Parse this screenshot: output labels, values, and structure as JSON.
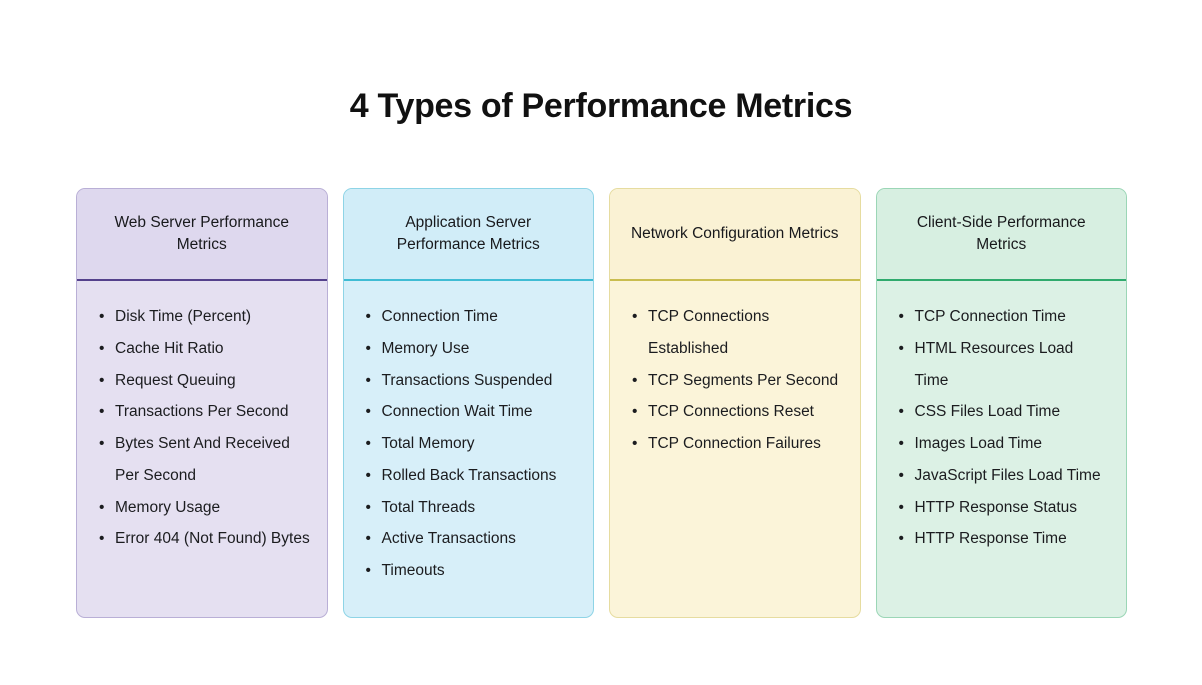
{
  "page": {
    "title": "4 Types of Performance Metrics",
    "background_color": "#ffffff",
    "text_color": "#1b1c1f"
  },
  "cards": [
    {
      "header": "Web Server Performance Metrics",
      "colors": {
        "body_bg": "#e5e0f1",
        "header_bg": "#ded8ee",
        "border": "#b9afd6",
        "divider": "#54418c"
      },
      "items": [
        "Disk Time (Percent)",
        "Cache Hit Ratio",
        "Request Queuing",
        "Transactions Per Second",
        "Bytes Sent And Received Per Second",
        "Memory Usage",
        "Error 404 (Not Found) Bytes"
      ]
    },
    {
      "header": "Application Server Performance Metrics",
      "colors": {
        "body_bg": "#d7eff9",
        "header_bg": "#d1edf8",
        "border": "#8ed4e6",
        "divider": "#3fbcd4"
      },
      "items": [
        "Connection Time",
        "Memory Use",
        "Transactions Suspended",
        "Connection Wait Time",
        "Total Memory",
        "Rolled Back Transactions",
        "Total Threads",
        "Active Transactions",
        "Timeouts"
      ]
    },
    {
      "header": "Network Configuration Metrics",
      "colors": {
        "body_bg": "#fbf4d9",
        "header_bg": "#faf2d4",
        "border": "#e6dca0",
        "divider": "#c9bd4f"
      },
      "items": [
        "TCP Connections Established",
        "TCP Segments Per Second",
        "TCP Connections Reset",
        "TCP Connection Failures"
      ]
    },
    {
      "header": "Client-Side Performance Metrics",
      "colors": {
        "body_bg": "#dcf1e5",
        "header_bg": "#d7efe1",
        "border": "#9bd6b6",
        "divider": "#2faa6d"
      },
      "items": [
        "TCP Connection Time",
        "HTML Resources Load Time",
        "CSS Files Load Time",
        "Images Load Time",
        "JavaScript Files Load Time",
        "HTTP Response Status",
        "HTTP Response Time"
      ]
    }
  ],
  "bullet_glyph": "•"
}
